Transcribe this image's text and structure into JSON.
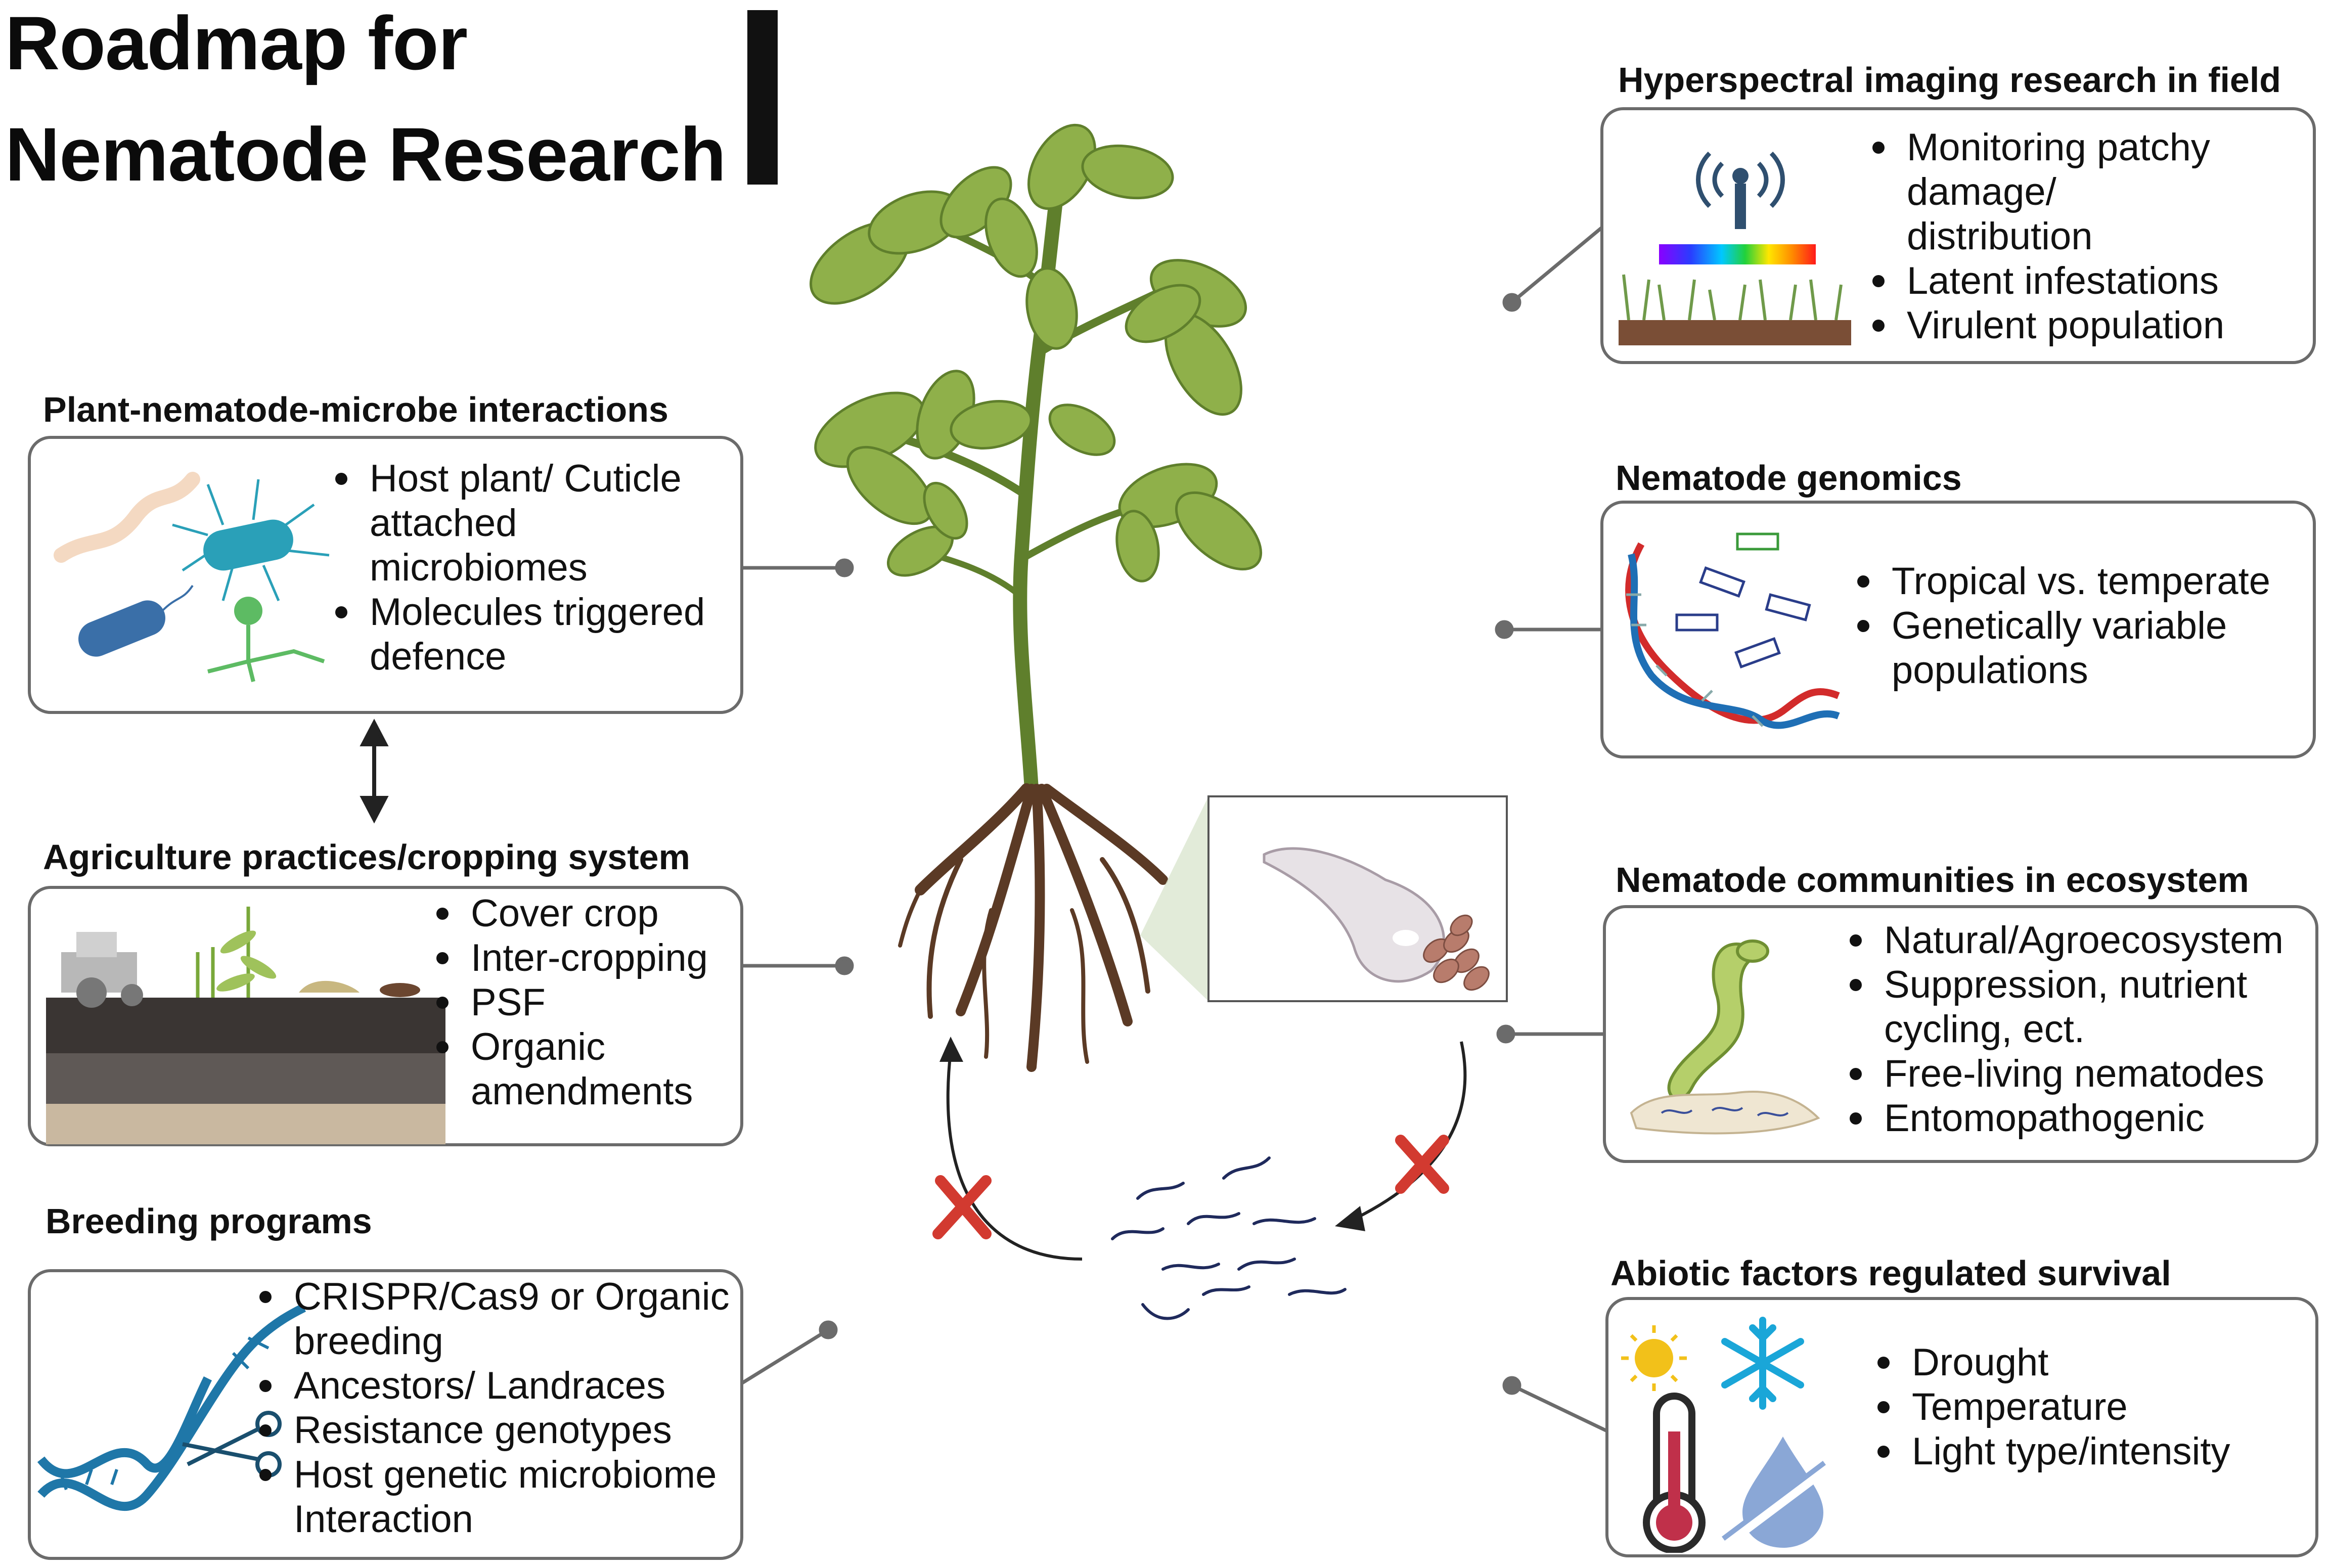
{
  "title": {
    "line1": "Roadmap for",
    "line2": "Nematode Research"
  },
  "panels": {
    "plant_microbe": {
      "heading": "Plant-nematode-microbe interactions",
      "bullets": [
        "Host plant/ Cuticle\nattached\nmicrobiomes",
        "Molecules triggered\ndefence"
      ]
    },
    "agriculture": {
      "heading": "Agriculture practices/cropping system",
      "bullets": [
        "Cover crop",
        "Inter-cropping",
        "PSF",
        "Organic\namendments"
      ]
    },
    "breeding": {
      "heading": "Breeding programs",
      "bullets": [
        "CRISPR/Cas9 or Organic\nbreeding",
        "Ancestors/ Landraces",
        "Resistance genotypes",
        "Host genetic microbiome\nInteraction"
      ]
    },
    "hyperspectral": {
      "heading": "Hyperspectral imaging research in field",
      "bullets": [
        "Monitoring patchy\ndamage/\ndistribution",
        "Latent infestations",
        "Virulent population"
      ]
    },
    "genomics": {
      "heading": "Nematode genomics",
      "bullets": [
        "Tropical vs. temperate",
        "Genetically variable\npopulations"
      ]
    },
    "communities": {
      "heading": "Nematode communities in ecosystem",
      "bullets": [
        "Natural/Agroecosystem",
        "Suppression, nutrient\ncycling, ect.",
        "Free-living nematodes",
        "Entomopathogenic"
      ]
    },
    "abiotic": {
      "heading": "Abiotic factors regulated survival",
      "bullets": [
        "Drought",
        "Temperature",
        "Light type/intensity"
      ]
    }
  },
  "icons": [
    "bacteria-icon",
    "tractor-icon",
    "dna-icon",
    "scissors-icon",
    "antenna-icon",
    "rainbow-spectrum-icon",
    "dna-helix-icon",
    "nematode-icon",
    "sun-icon",
    "snowflake-icon",
    "thermometer-icon",
    "no-water-drop-icon",
    "tomato-plant-icon",
    "nematode-cyst-icon",
    "juvenile-nematodes-icon",
    "blocked-cycle-x-icon"
  ],
  "colors": {
    "box_border": "#6b6b6b",
    "leaf_green": "#8fb04a",
    "stem": "#5f7f2c",
    "root": "#5b3a25",
    "blocked_x": "#d23a30"
  }
}
